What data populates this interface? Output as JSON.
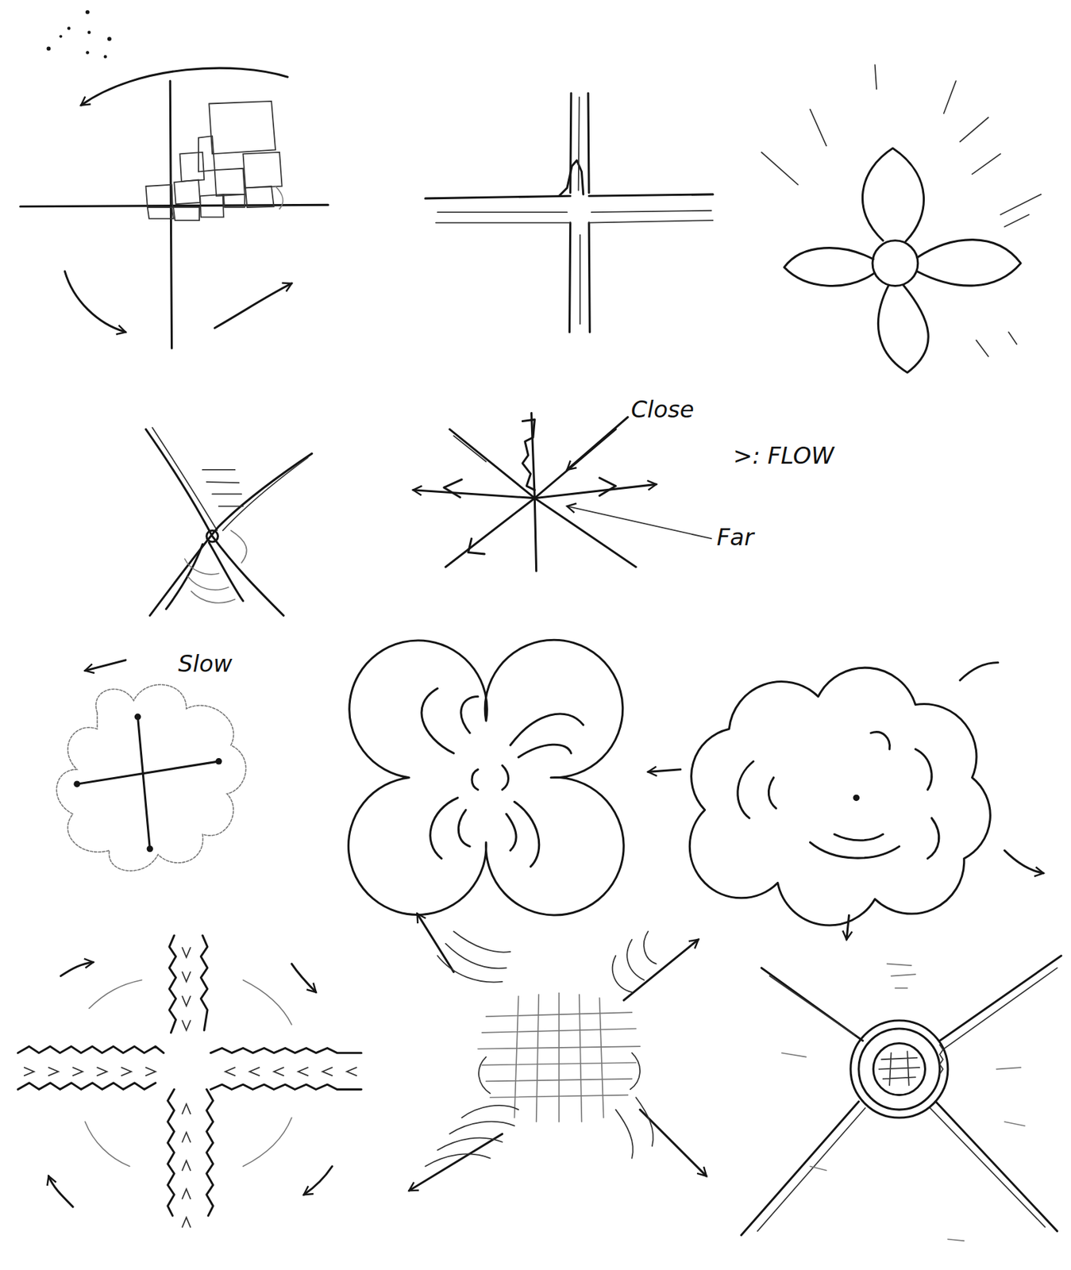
{
  "diagram": {
    "labels": [
      "Close",
      ">: FLOW",
      "Far",
      "Slow"
    ]
  }
}
